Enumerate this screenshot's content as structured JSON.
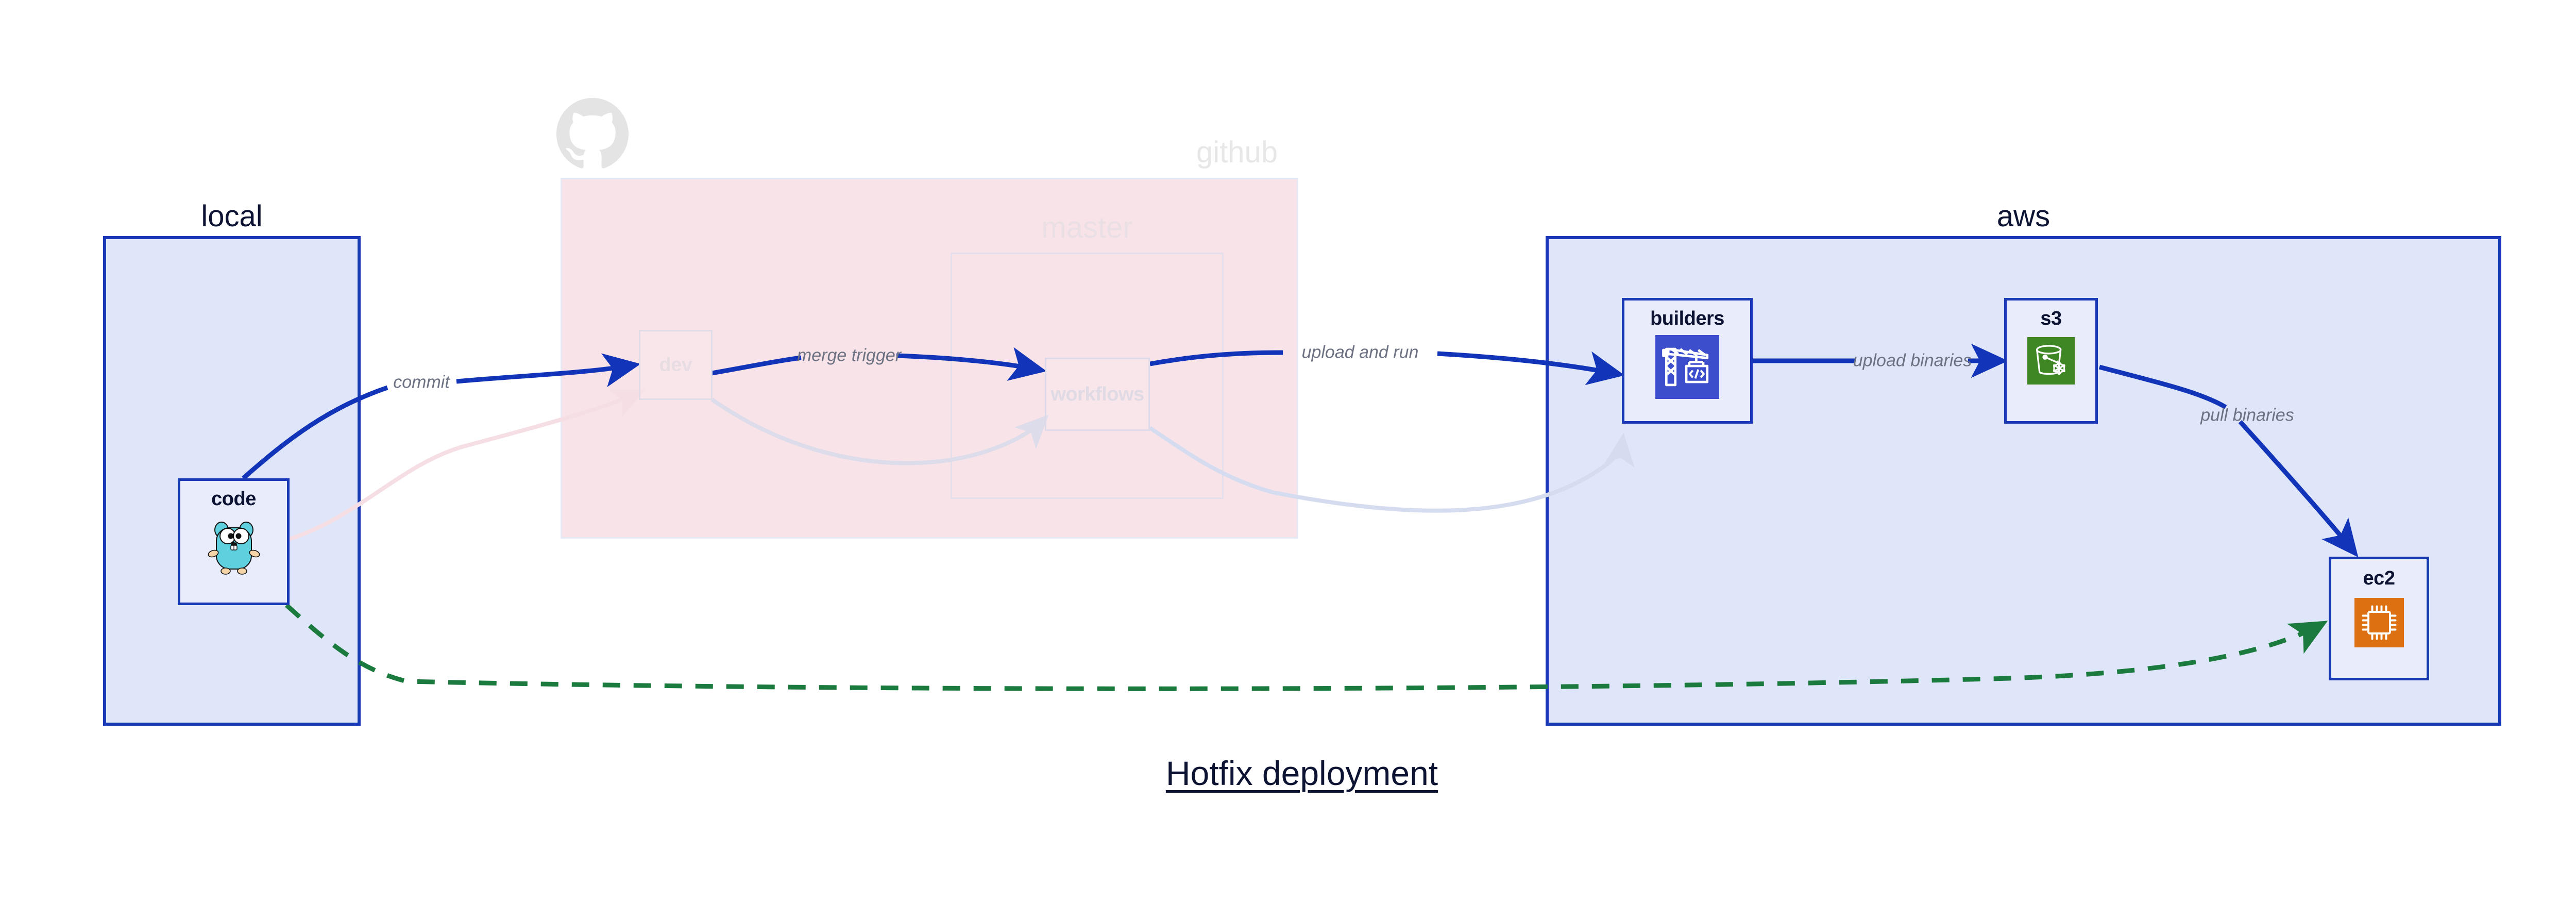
{
  "diagram": {
    "title": "Hotfix deployment",
    "colors": {
      "node_border": "#1939b7",
      "node_fill": "#e9edfb",
      "group_border_aws": "#1939b7",
      "group_fill_aws": "#e0e6f9",
      "group_border_local": "#1939b7",
      "group_fill_local": "#e0e6f9",
      "group_fill_github": "#f8e3e8",
      "group_border_github": "#e5e9f6",
      "edge_active": "#1134b8",
      "edge_faded_blue": "#d8deef",
      "edge_faded_pink": "#f8dfe5",
      "edge_dashed_green": "#1b7a3d",
      "label_text": "#6d7283",
      "title_text": "#0d1333",
      "faded_text": "#e7e7e7",
      "icon_builders_bg": "#3c4ecc",
      "icon_s3_bg": "#3f8624",
      "icon_ec2_bg": "#dd7010",
      "gopher_body": "#5fd0dd"
    },
    "groups": [
      {
        "id": "local",
        "label": "local",
        "state": "active"
      },
      {
        "id": "github",
        "label": "github",
        "state": "faded",
        "children": [
          {
            "id": "master",
            "label": "master",
            "state": "faded"
          }
        ]
      },
      {
        "id": "aws",
        "label": "aws",
        "state": "active"
      }
    ],
    "nodes": [
      {
        "id": "code",
        "label": "code",
        "group": "local",
        "icon": "go-gopher-icon",
        "state": "active"
      },
      {
        "id": "dev",
        "label": "dev",
        "group": "github",
        "icon": null,
        "state": "faded"
      },
      {
        "id": "workflows",
        "label": "workflows",
        "group": "master",
        "icon": null,
        "state": "faded"
      },
      {
        "id": "builders",
        "label": "builders",
        "group": "aws",
        "icon": "crane-code-icon",
        "state": "active"
      },
      {
        "id": "s3",
        "label": "s3",
        "group": "aws",
        "icon": "s3-bucket-icon",
        "state": "active"
      },
      {
        "id": "ec2",
        "label": "ec2",
        "group": "aws",
        "icon": "cpu-chip-icon",
        "state": "active"
      }
    ],
    "edges": [
      {
        "id": "e1",
        "from": "code",
        "to": "dev",
        "label": "commit",
        "style": "solid",
        "state": "active"
      },
      {
        "id": "e2",
        "from": "dev",
        "to": "workflows",
        "label": "merge trigger",
        "style": "solid",
        "state": "active"
      },
      {
        "id": "e3",
        "from": "workflows",
        "to": "builders",
        "label": "upload and run",
        "style": "solid",
        "state": "active"
      },
      {
        "id": "e4",
        "from": "builders",
        "to": "s3",
        "label": "upload binaries",
        "style": "solid",
        "state": "active"
      },
      {
        "id": "e5",
        "from": "s3",
        "to": "ec2",
        "label": "pull binaries",
        "style": "solid",
        "state": "active"
      },
      {
        "id": "e6",
        "from": "code",
        "to": "ec2",
        "label": "",
        "style": "dashed",
        "state": "active"
      },
      {
        "id": "e7",
        "from": "code",
        "to": "dev",
        "label": "",
        "style": "solid",
        "state": "faded"
      },
      {
        "id": "e8",
        "from": "dev",
        "to": "workflows",
        "label": "",
        "style": "solid",
        "state": "faded"
      },
      {
        "id": "e9",
        "from": "workflows",
        "to": "builders",
        "label": "",
        "style": "solid",
        "state": "faded"
      }
    ],
    "logos": [
      {
        "id": "github-octocat",
        "icon": "github-octocat-icon",
        "state": "faded"
      }
    ]
  }
}
